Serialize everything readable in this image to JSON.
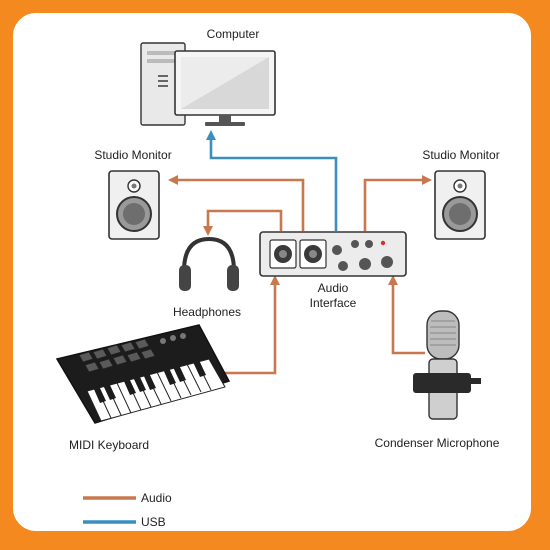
{
  "labels": {
    "computer": "Computer",
    "studio_monitor_left": "Studio Monitor",
    "studio_monitor_right": "Studio Monitor",
    "headphones": "Headphones",
    "audio_interface_line1": "Audio",
    "audio_interface_line2": "Interface",
    "midi_keyboard": "MIDI Keyboard",
    "condenser_microphone": "Condenser Microphone"
  },
  "legend": {
    "audio": "Audio",
    "usb": "USB"
  },
  "colors": {
    "audio": "#c8784f",
    "usb": "#3a8fc0",
    "frame": "#f3891f"
  }
}
